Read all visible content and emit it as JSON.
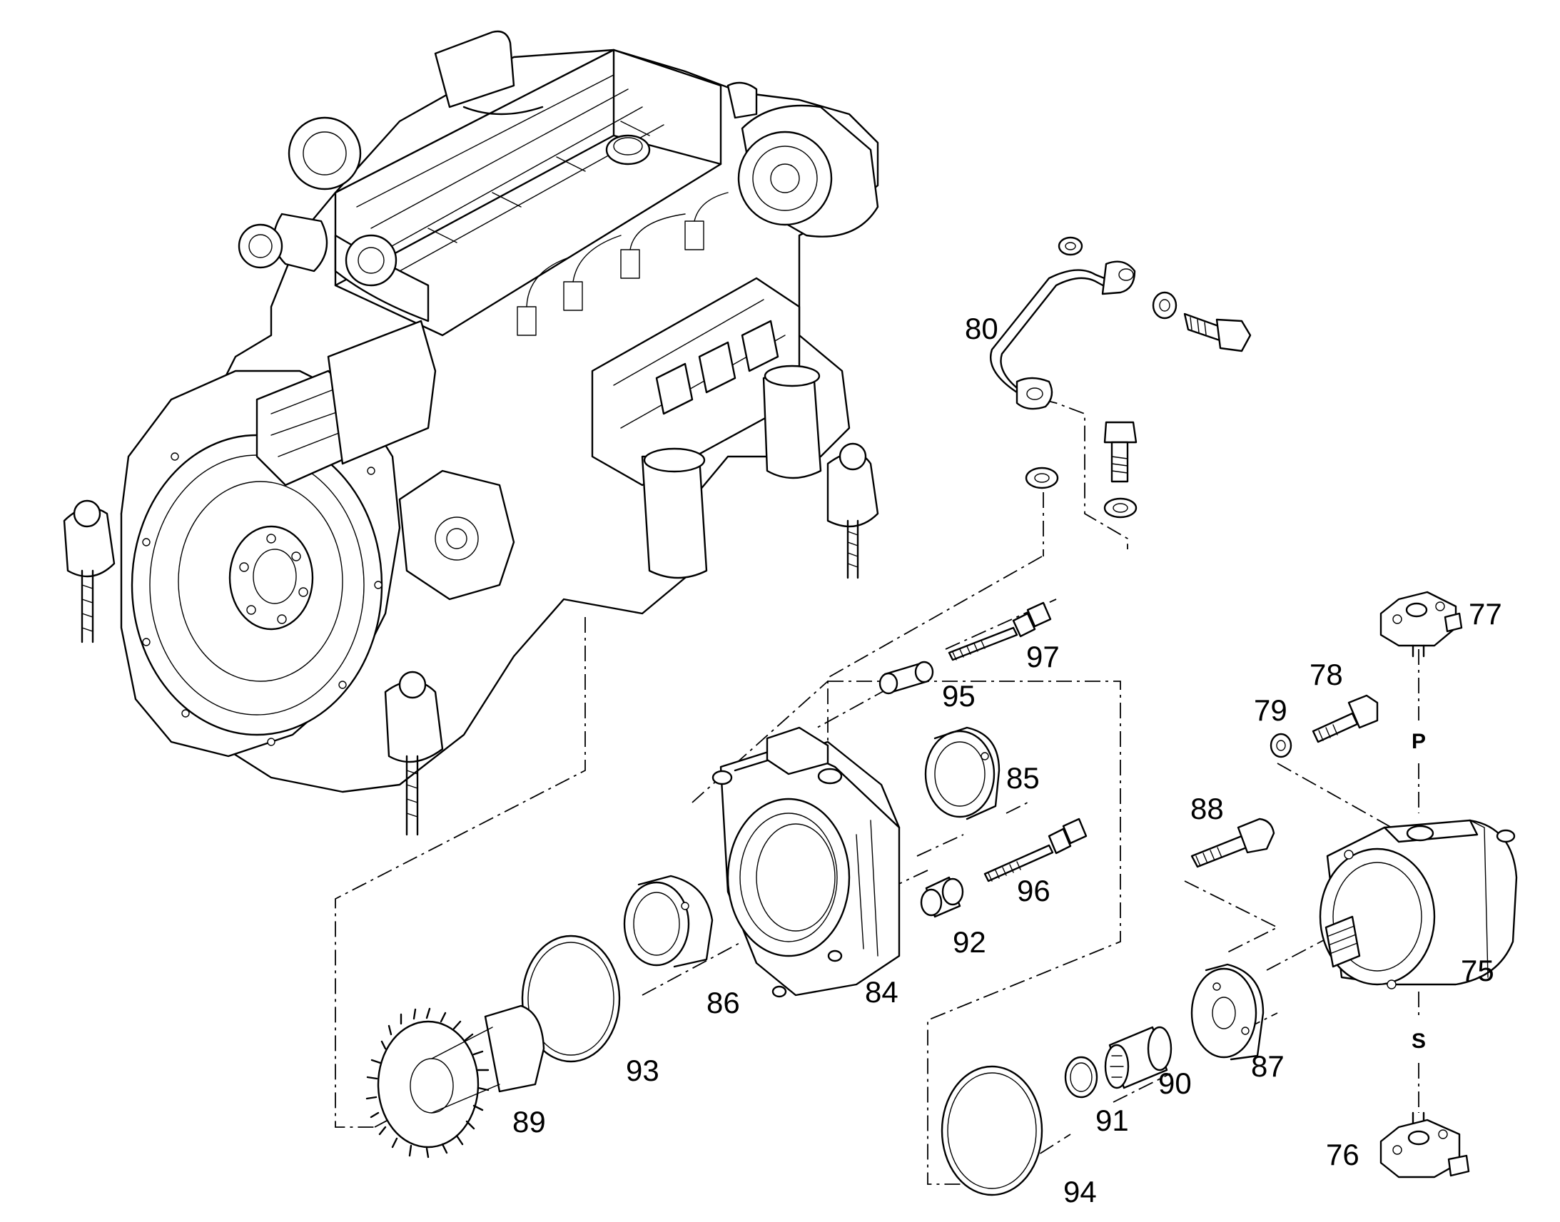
{
  "diagram": {
    "type": "exploded parts view",
    "colors": {
      "line": "#000000",
      "background": "#ffffff"
    },
    "callouts": {
      "c75": "75",
      "c76": "76",
      "c77": "77",
      "c78": "78",
      "c79": "79",
      "c80": "80",
      "c84": "84",
      "c85": "85",
      "c86": "86",
      "c87": "87",
      "c88": "88",
      "c89": "89",
      "c90": "90",
      "c91": "91",
      "c92": "92",
      "c93": "93",
      "c94": "94",
      "c95": "95",
      "c96": "96",
      "c97": "97"
    },
    "port_labels": {
      "pressure": "P",
      "suction": "S"
    }
  }
}
